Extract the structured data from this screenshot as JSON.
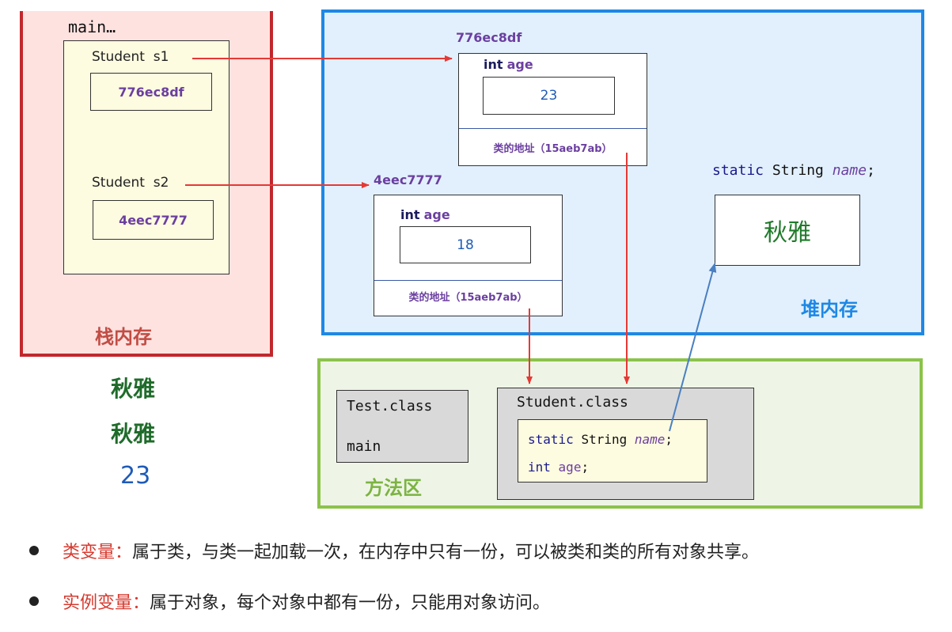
{
  "stack": {
    "title": "main…",
    "var1_decl": "Student  s1",
    "var1_value": "776ec8df",
    "var2_decl": "Student  s2",
    "var2_value": "4eec7777",
    "label": "栈内存"
  },
  "heap": {
    "label": "堆内存",
    "obj1": {
      "address": "776ec8df",
      "field_type": "int",
      "field_name": "age",
      "value": "23",
      "class_ref": "类的地址（15aeb7ab）"
    },
    "obj2": {
      "address": "4eec7777",
      "field_type": "int",
      "field_name": "age",
      "value": "18",
      "class_ref": "类的地址（15aeb7ab）"
    },
    "static_field": {
      "kw": "static",
      "type": "String",
      "name": "name",
      "semi": ";",
      "value": "秋雅"
    }
  },
  "method_area": {
    "label": "方法区",
    "test_class": {
      "name": "Test.class",
      "method": "main"
    },
    "student_class": {
      "name": "Student.class",
      "line1": {
        "kw": "static",
        "type": "String",
        "name": "name",
        "semi": ";"
      },
      "line2": {
        "kw": "int",
        "name": "age",
        "semi": ";"
      }
    }
  },
  "outputs": [
    "秋雅",
    "秋雅",
    "23"
  ],
  "bullets": [
    {
      "term": "类变量：",
      "text": "属于类，与类一起加载一次，在内存中只有一份，可以被类和类的所有对象共享。"
    },
    {
      "term": "实例变量：",
      "text": "属于对象，每个对象中都有一份，只能用对象访问。"
    }
  ],
  "colors": {
    "stack_border": "#c1272d",
    "heap_border": "#1e88e5",
    "method_border": "#8bc34a",
    "pointer": "#e53935",
    "static_link": "#4a7fc1"
  }
}
